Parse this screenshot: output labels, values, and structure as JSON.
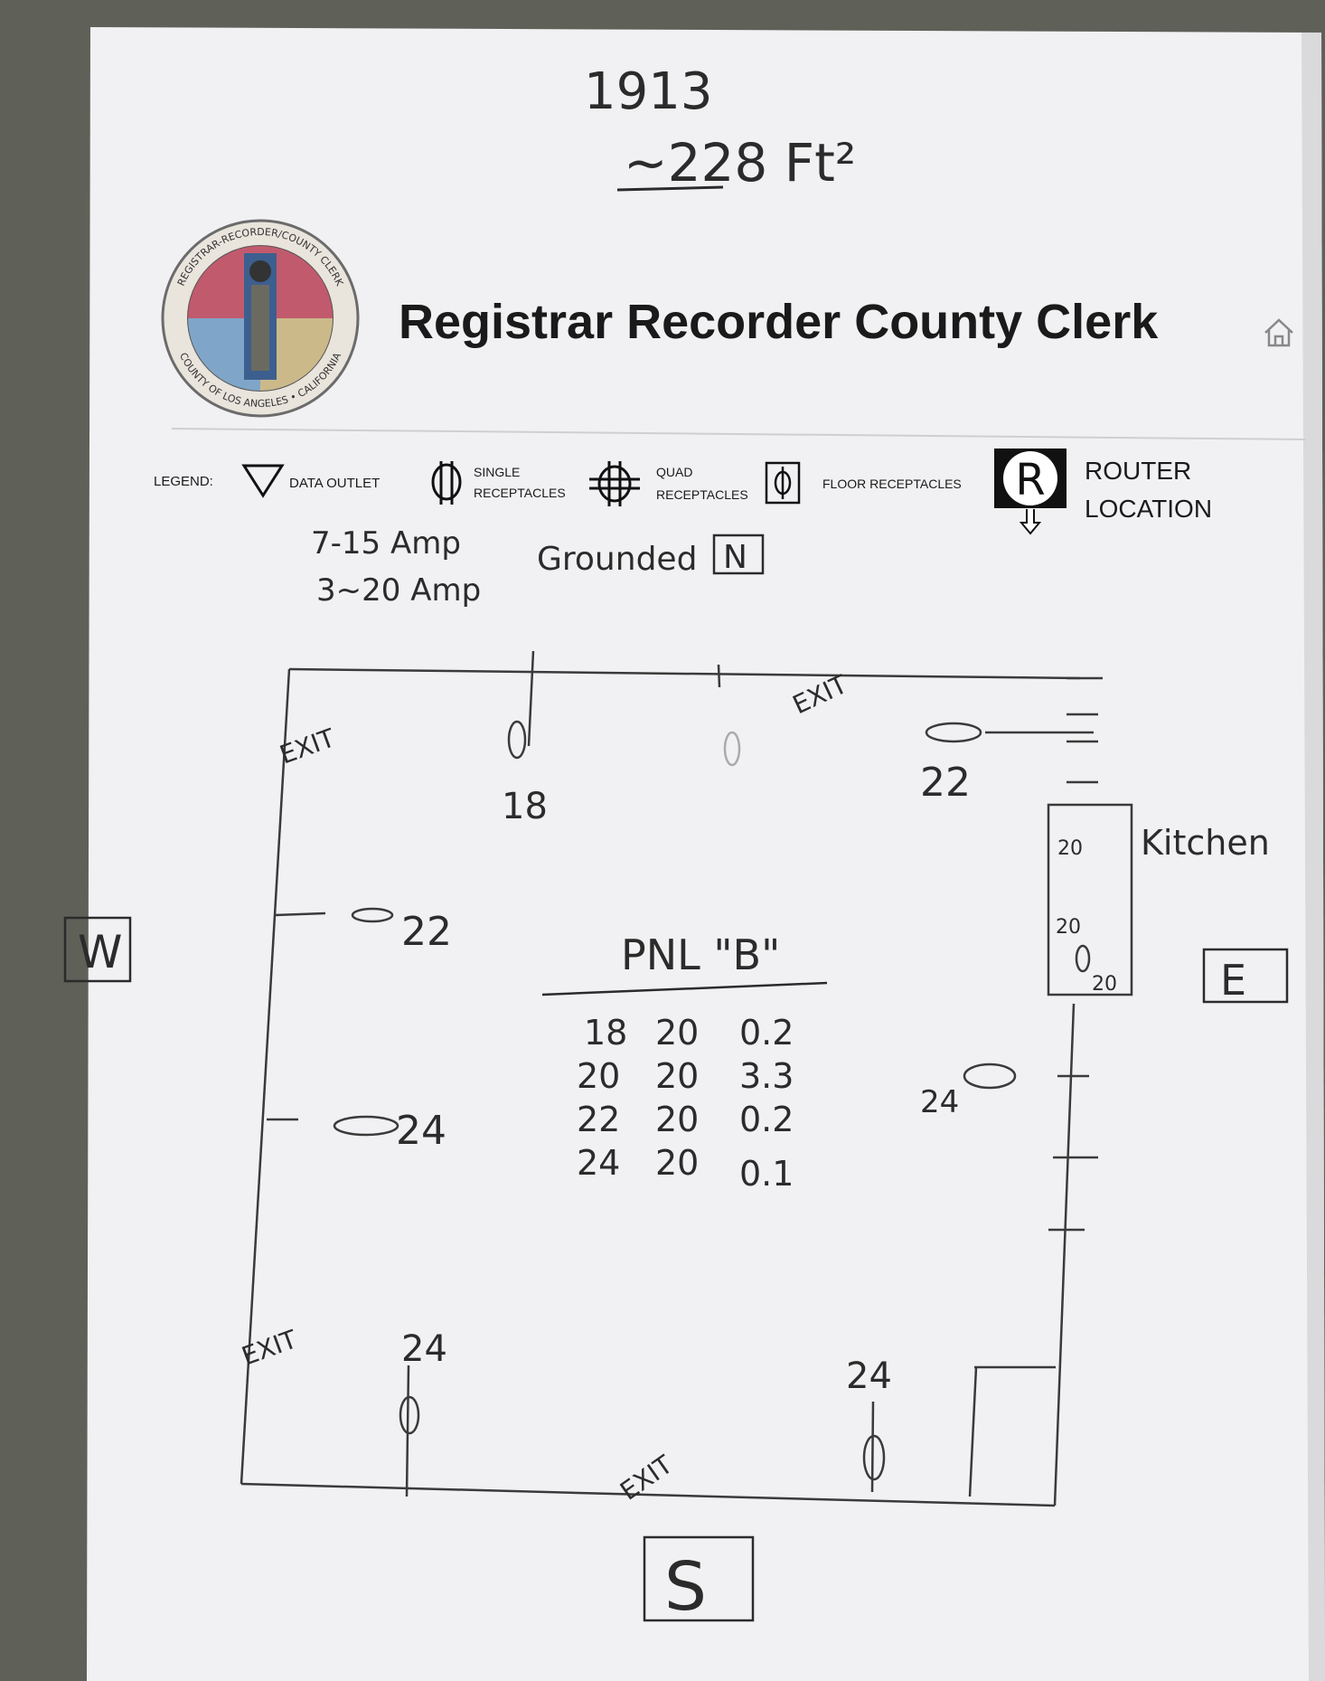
{
  "header_notes": {
    "year": "1913",
    "area": "~228 Ft²"
  },
  "seal": {
    "top_text": "REGISTRAR-RECORDER/COUNTY CLERK",
    "bottom_text": "COUNTY OF LOS ANGELES • CALIFORNIA"
  },
  "title": "Registrar Recorder County Clerk",
  "home_icon": "home-icon",
  "legend": {
    "label": "LEGEND:",
    "items": [
      {
        "icon": "triangle-data-outlet-icon",
        "label": "DATA OUTLET"
      },
      {
        "icon": "single-receptacle-icon",
        "label_line1": "SINGLE",
        "label_line2": "RECEPTACLES"
      },
      {
        "icon": "quad-receptacle-icon",
        "label_line1": "QUAD",
        "label_line2": "RECEPTACLES"
      },
      {
        "icon": "floor-receptacle-icon",
        "label": "FLOOR RECEPTACLES"
      },
      {
        "icon": "router-icon",
        "label_line1": "ROUTER",
        "label_line2": "LOCATION",
        "glyph": "R"
      }
    ]
  },
  "notes": {
    "line1": "7-15 Amp",
    "line2": "3~20 Amp",
    "grounded": "Grounded",
    "north_box": "N"
  },
  "floor_plan": {
    "exit_labels": [
      "EXIT",
      "EXIT",
      "EXIT",
      "EXIT"
    ],
    "circuit_labels": {
      "top_single": "18",
      "top_right_quad": "22",
      "left_quad_1": "22",
      "left_quad_2": "24",
      "right_quad": "24",
      "bottom_left_single": "24",
      "bottom_right_single": "24",
      "kitchen_1": "20",
      "kitchen_2": "20",
      "kitchen_3": "20"
    },
    "kitchen_label": "Kitchen",
    "compass": {
      "west": "W",
      "east": "E",
      "south": "S"
    }
  },
  "panel": {
    "title": "PNL \"B\"",
    "rows": [
      [
        "18",
        "20",
        "0.2"
      ],
      [
        "20",
        "20",
        "3.3"
      ],
      [
        "22",
        "20",
        "0.2"
      ],
      [
        "24",
        "20",
        "0.1"
      ]
    ]
  },
  "colors": {
    "paper": "#f1f1f3",
    "ink": "#2b2b2b",
    "background": "#5f6058"
  }
}
